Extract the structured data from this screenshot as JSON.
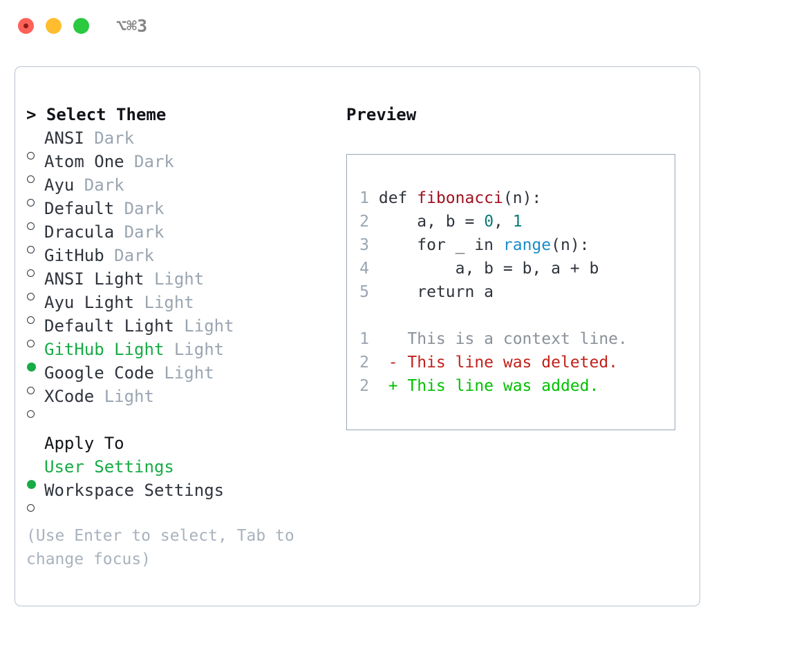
{
  "window": {
    "shortcut": "⌥⌘3",
    "traffic_lights": [
      {
        "name": "close",
        "color": "#ff6159"
      },
      {
        "name": "minimize",
        "color": "#ffbd2e"
      },
      {
        "name": "zoom",
        "color": "#2ac940"
      }
    ]
  },
  "theme_picker": {
    "title": "> Select Theme",
    "items": [
      {
        "marker": "○",
        "name": "ANSI",
        "kind": "Dark",
        "selected": false
      },
      {
        "marker": "○",
        "name": "Atom One",
        "kind": "Dark",
        "selected": false
      },
      {
        "marker": "○",
        "name": "Ayu",
        "kind": "Dark",
        "selected": false
      },
      {
        "marker": "○",
        "name": "Default",
        "kind": "Dark",
        "selected": false
      },
      {
        "marker": "○",
        "name": "Dracula",
        "kind": "Dark",
        "selected": false
      },
      {
        "marker": "○",
        "name": "GitHub",
        "kind": "Dark",
        "selected": false
      },
      {
        "marker": "○",
        "name": "ANSI Light",
        "kind": "Light",
        "selected": false
      },
      {
        "marker": "○",
        "name": "Ayu Light",
        "kind": "Light",
        "selected": false
      },
      {
        "marker": "○",
        "name": "Default Light",
        "kind": "Light",
        "selected": false
      },
      {
        "marker": "●",
        "name": "GitHub Light",
        "kind": "Light",
        "selected": true
      },
      {
        "marker": "○",
        "name": "Google Code",
        "kind": "Light",
        "selected": false
      },
      {
        "marker": "○",
        "name": "XCode",
        "kind": "Light",
        "selected": false
      }
    ]
  },
  "apply_to": {
    "title": "Apply To",
    "items": [
      {
        "marker": "●",
        "name": "User Settings",
        "selected": true
      },
      {
        "marker": "○",
        "name": "Workspace Settings",
        "selected": false
      }
    ]
  },
  "hint": "(Use Enter to select, Tab to change focus)",
  "preview": {
    "title": "Preview",
    "code_lines": [
      {
        "no": "1",
        "tokens": [
          {
            "t": "def ",
            "c": "plain"
          },
          {
            "t": "fibonacci",
            "c": "func"
          },
          {
            "t": "(n):",
            "c": "plain"
          }
        ]
      },
      {
        "no": "2",
        "tokens": [
          {
            "t": "    a, b = ",
            "c": "plain"
          },
          {
            "t": "0",
            "c": "num"
          },
          {
            "t": ", ",
            "c": "plain"
          },
          {
            "t": "1",
            "c": "num"
          }
        ]
      },
      {
        "no": "3",
        "tokens": [
          {
            "t": "    for _ in ",
            "c": "plain"
          },
          {
            "t": "range",
            "c": "kw"
          },
          {
            "t": "(n):",
            "c": "plain"
          }
        ]
      },
      {
        "no": "4",
        "tokens": [
          {
            "t": "        a, b = b, a + b",
            "c": "plain"
          }
        ]
      },
      {
        "no": "5",
        "tokens": [
          {
            "t": "    return a",
            "c": "plain"
          }
        ]
      }
    ],
    "diff_lines": [
      {
        "no": "1",
        "prefix": "  ",
        "text": "This is a context line.",
        "kind": "ctx"
      },
      {
        "no": "2",
        "prefix": "- ",
        "text": "This line was deleted.",
        "kind": "del"
      },
      {
        "no": "2",
        "prefix": "+ ",
        "text": "This line was added.",
        "kind": "add"
      }
    ]
  },
  "colors": {
    "selection_green": "#17ab45",
    "diff_add_green": "#00c000",
    "diff_delete_red": "#c0211a",
    "function_red": "#a0111f",
    "number_teal": "#0b7a76",
    "keyword_blue": "#1a8cc8",
    "muted_gray": "#9aa5b1",
    "hint_gray": "#a8b2bd"
  }
}
